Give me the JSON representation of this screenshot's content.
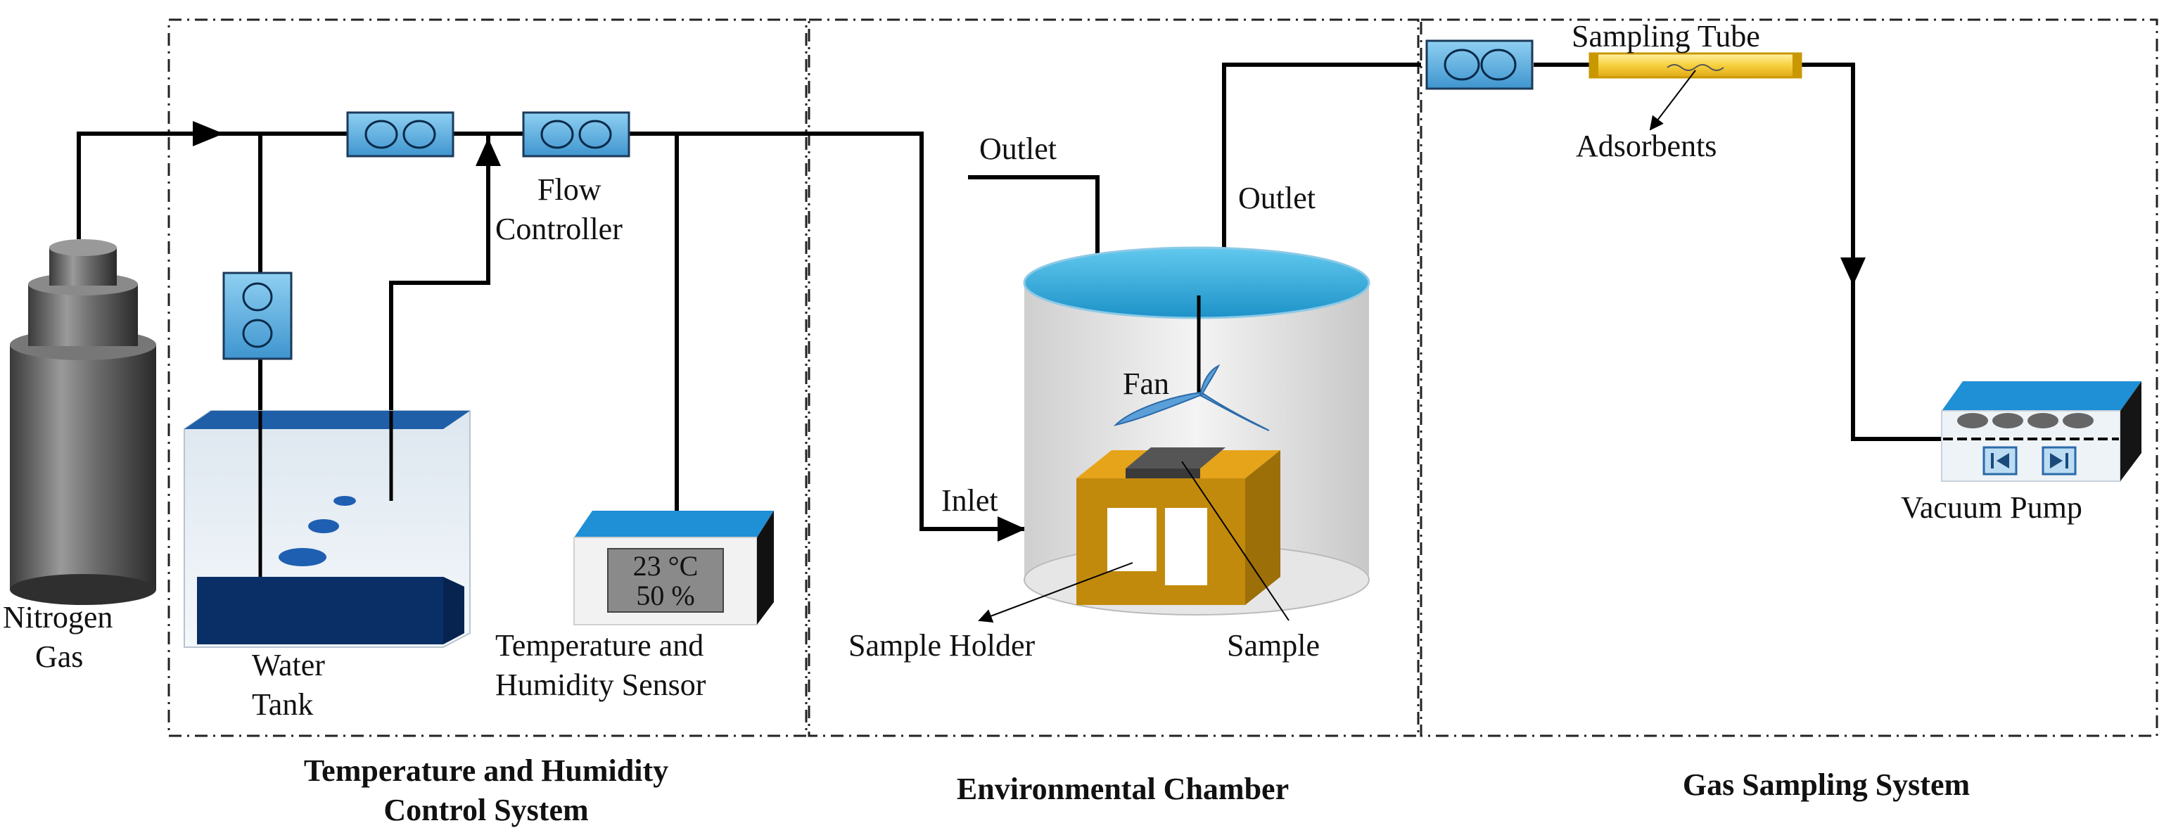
{
  "sections": {
    "thc": {
      "title_line1": "Temperature and Humidity",
      "title_line2": "Control System"
    },
    "chamber": {
      "title": "Environmental Chamber"
    },
    "gas": {
      "title": "Gas Sampling System"
    }
  },
  "labels": {
    "nitrogen_line1": "Nitrogen",
    "nitrogen_line2": "Gas",
    "water_line1": "Water",
    "water_line2": "Tank",
    "flow_line1": "Flow",
    "flow_line2": "Controller",
    "sensor_line1": "Temperature and",
    "sensor_line2": "Humidity Sensor",
    "sensor_temp": "23 °C",
    "sensor_hum": "50 %",
    "outlet1": "Outlet",
    "outlet2": "Outlet",
    "inlet": "Inlet",
    "fan": "Fan",
    "sample_holder": "Sample Holder",
    "sample": "Sample",
    "sampling_tube": "Sampling Tube",
    "adsorbents": "Adsorbents",
    "vacuum_pump": "Vacuum Pump"
  },
  "colors": {
    "pipe": "#000000",
    "flow_controller": "#5aaee0",
    "water": "#0a3a78",
    "chamber_top": "#2aa8d8",
    "holder": "#c8920a",
    "tube": "#f5d040",
    "pump_top": "#1f8fd6"
  },
  "icons": {
    "flow_controller": "flow-controller-icon",
    "cylinder": "gas-cylinder-icon",
    "pump": "vacuum-pump-icon",
    "fan": "fan-icon"
  }
}
